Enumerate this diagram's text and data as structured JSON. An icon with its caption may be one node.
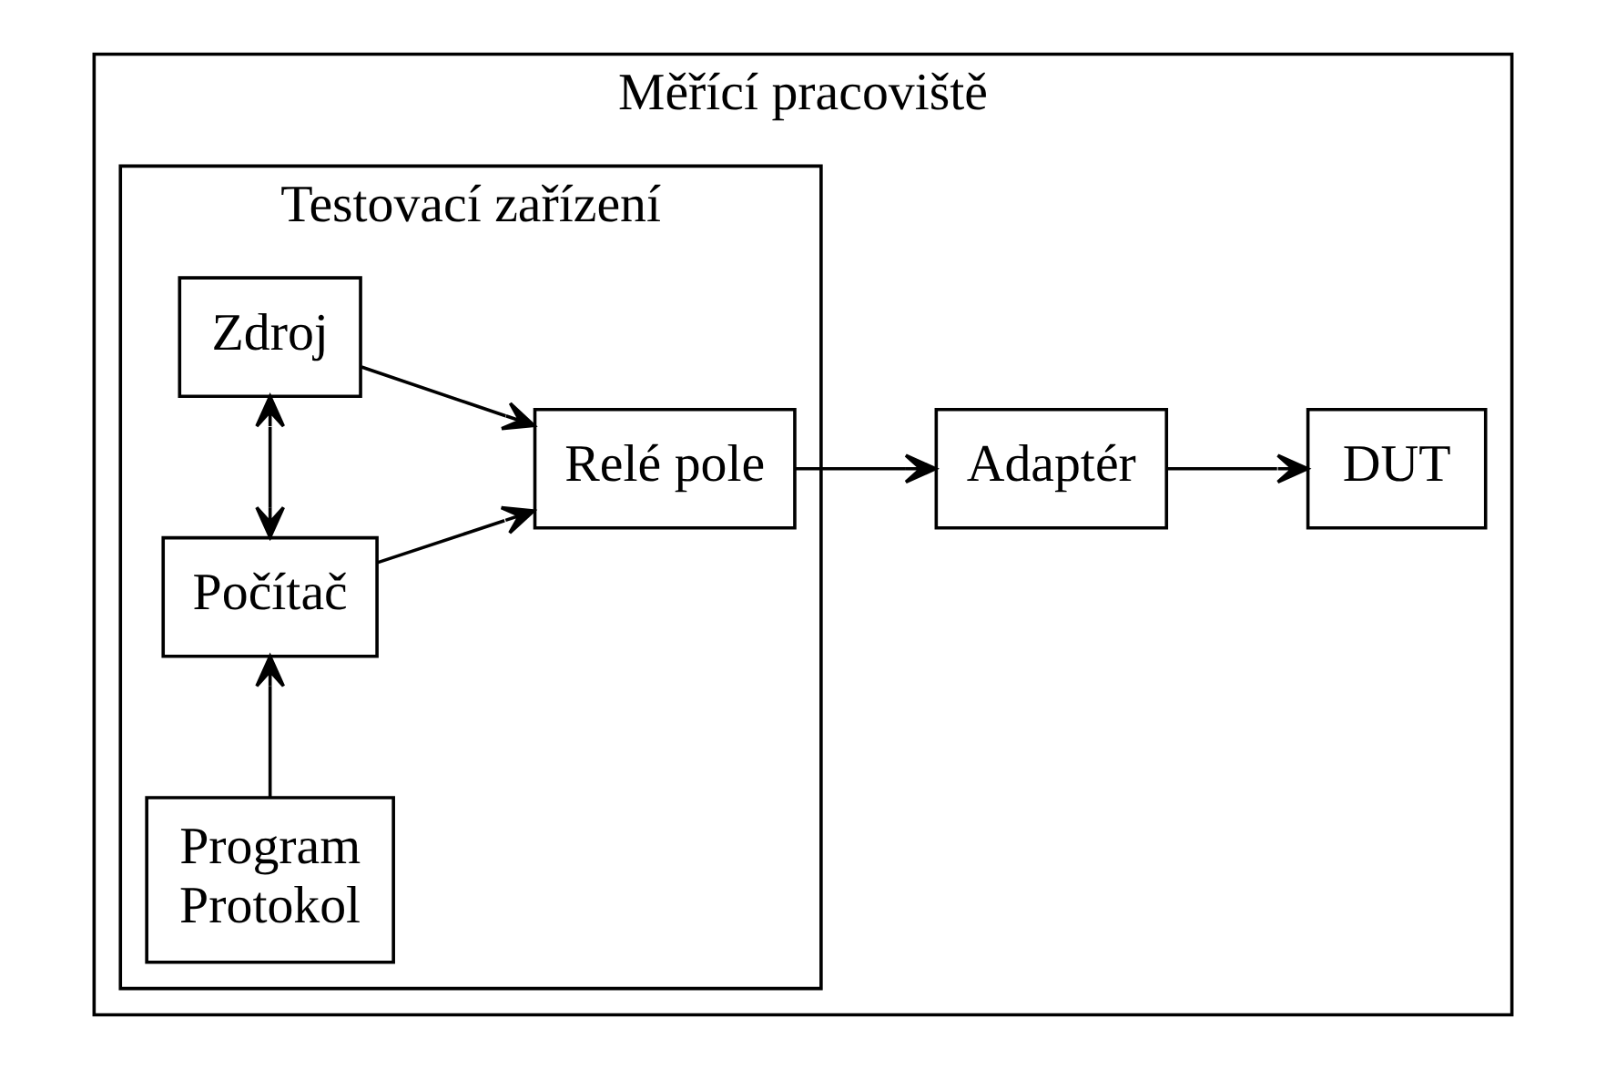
{
  "diagram": {
    "nodes": [
      {
        "text": [
          "Měřící pracoviště"
        ]
      },
      {
        "text": [
          "Testovací zařízení"
        ],
        "in": 0
      },
      {
        "text": [
          "Program",
          "Protokol"
        ],
        "in": 1
      },
      {
        "text": [
          "Počítač"
        ],
        "in": 1
      },
      {
        "text": [
          "Relé pole"
        ],
        "in": 1
      },
      {
        "text": [
          "Zdroj"
        ],
        "in": 1
      },
      {
        "text": [
          "Adaptér"
        ],
        "in": 0
      },
      {
        "text": [
          "DUT"
        ],
        "in": 0
      }
    ],
    "edges": [
      {
        "from": 2,
        "to": 3,
        "arrow": "to"
      },
      {
        "from": 3,
        "to": 4,
        "arrow": "to"
      },
      {
        "from": 3,
        "to": 5,
        "arrow": "both"
      },
      {
        "from": 5,
        "to": 4,
        "arrow": "to"
      },
      {
        "from": 4,
        "to": 6,
        "arrow": "to"
      },
      {
        "from": 6,
        "to": 7,
        "arrow": "to"
      }
    ]
  }
}
